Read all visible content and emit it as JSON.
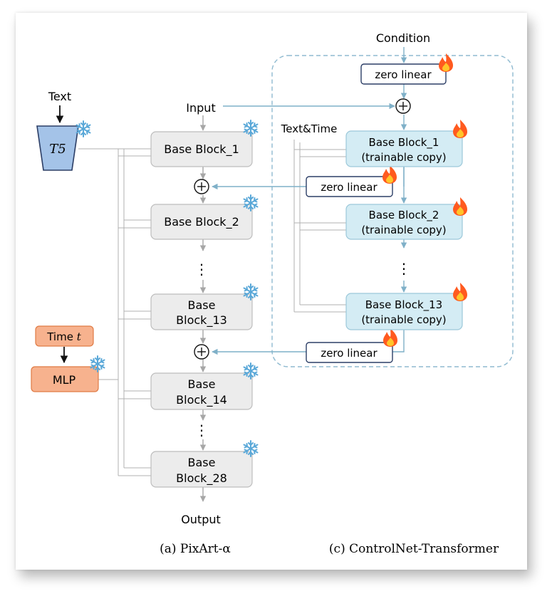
{
  "inputs": {
    "text": "Text",
    "t5": "T5",
    "input": "Input",
    "output": "Output",
    "condition": "Condition",
    "text_time": "Text&Time",
    "time_prefix": "Time",
    "time_var": "t",
    "mlp": "MLP"
  },
  "pixart": {
    "blocks": [
      {
        "line1": "Base Block_1",
        "line2": ""
      },
      {
        "line1": "Base Block_2",
        "line2": ""
      },
      {
        "line1": "Base",
        "line2": "Block_13"
      },
      {
        "line1": "Base",
        "line2": "Block_14"
      },
      {
        "line1": "Base",
        "line2": "Block_28"
      }
    ],
    "ellipsis": "⋮"
  },
  "controlnet": {
    "zero_linear": "zero linear",
    "blocks": [
      {
        "line1": "Base Block_1",
        "line2": "(trainable copy)"
      },
      {
        "line1": "Base Block_2",
        "line2": "(trainable copy)"
      },
      {
        "line1": "Base Block_13",
        "line2": "(trainable copy)"
      }
    ]
  },
  "captions": {
    "left": "(a) PixArt-α",
    "right": "(c) ControlNet-Transformer"
  },
  "colors": {
    "frozen_block": "#ececec",
    "trainable_block": "#d4ecf4",
    "t5_fill": "#a4c3e8",
    "orange_fill": "#f7b28e",
    "arrow_gray": "#a6a6a6",
    "arrow_blue": "#7fb0c8",
    "dash_border": "#8fbad0",
    "zero_linear_border": "#2c3e66",
    "snowflake": "#5aa8d8",
    "flame_outer": "#ff5a1f",
    "flame_inner": "#ffc52a"
  }
}
